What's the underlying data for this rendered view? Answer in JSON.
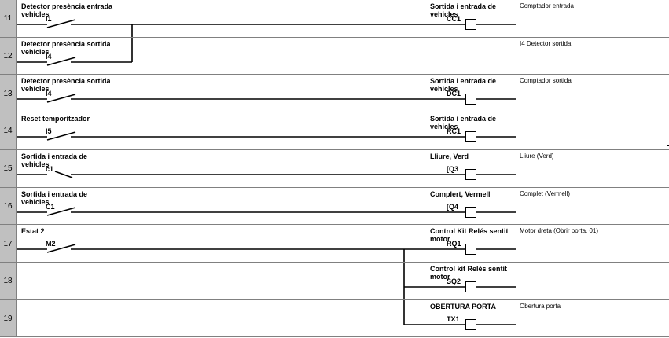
{
  "rows": [
    {
      "num": "11",
      "contact_label": "Detector presència entrada vehicles",
      "contact_op": "I1",
      "coil_label": "Sortida i entrada de vehicles",
      "coil_op": "CC1",
      "comment": "Comptador entrada"
    },
    {
      "num": "12",
      "contact_label": "Detector presència sortida vehicles",
      "contact_op": "I4",
      "coil_label": "",
      "coil_op": "",
      "comment": "I4 Detector sortida"
    },
    {
      "num": "13",
      "contact_label": "Detector presència sortida vehicles",
      "contact_op": "I4",
      "coil_label": "Sortida i entrada de vehicles",
      "coil_op": "DC1",
      "comment": "Comptador sortida"
    },
    {
      "num": "14",
      "contact_label": "Reset temporitzador",
      "contact_op": "I5",
      "coil_label": "Sortida i entrada de vehicles",
      "coil_op": "RC1",
      "comment": ""
    },
    {
      "num": "15",
      "contact_label": "Sortida i entrada de vehicles",
      "contact_op": "c1",
      "coil_label": "Lliure, Verd",
      "coil_op": "[Q3",
      "comment": "Lliure (Verd)"
    },
    {
      "num": "16",
      "contact_label": "Sortida i entrada de vehicles",
      "contact_op": "C1",
      "coil_label": "Complert, Vermell",
      "coil_op": "[Q4",
      "comment": "Complet (Vermell)"
    },
    {
      "num": "17",
      "contact_label": "Estat 2",
      "contact_op": "M2",
      "coil_label": "Control Kit Relés sentit motor",
      "coil_op": "RQ1",
      "comment": "Motor dreta (Obrir porta, 01)"
    },
    {
      "num": "18",
      "contact_label": "",
      "contact_op": "",
      "coil_label": "Control kit Relés sentit motor",
      "coil_op": "SQ2",
      "comment": ""
    },
    {
      "num": "19",
      "contact_label": "",
      "contact_op": "",
      "coil_label": "OBERTURA PORTA",
      "coil_op": "TX1",
      "comment": "Obertura porta"
    }
  ]
}
